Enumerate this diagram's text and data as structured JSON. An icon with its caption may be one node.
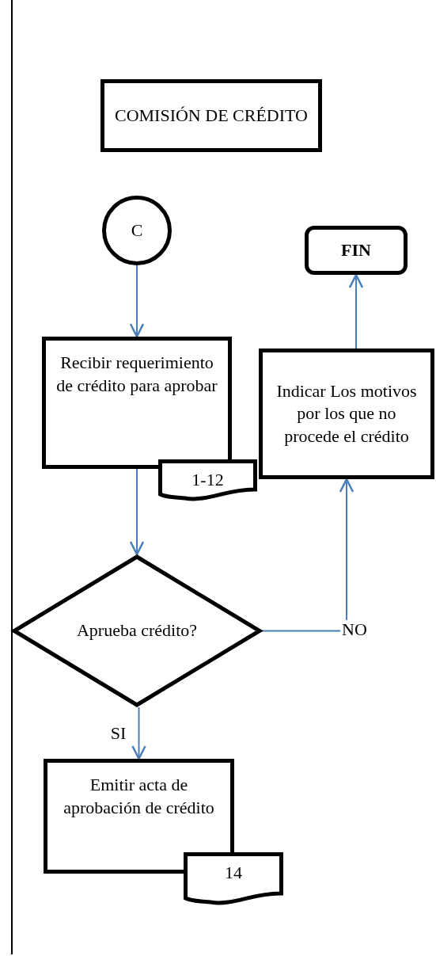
{
  "diagram": {
    "nodes": [
      {
        "text": [
          "COMISIÓN DE CRÉDITO"
        ]
      },
      {
        "text": [
          "C"
        ]
      },
      {
        "text": [
          "FIN"
        ]
      },
      {
        "text": [
          "Recibir requerimiento de crédito para aprobar"
        ]
      },
      {
        "text": [
          "1-12"
        ]
      },
      {
        "text": [
          "Indicar Los motivos por los que no procede el crédito"
        ]
      },
      {
        "text": [
          "Aprueba crédito?"
        ]
      },
      {
        "text": [
          "Emitir acta de aprobación de crédito"
        ]
      },
      {
        "text": [
          "14"
        ]
      }
    ],
    "edges": [
      {
        "from": 1,
        "to": 3,
        "arrow": "to"
      },
      {
        "from": 5,
        "to": 2,
        "arrow": "to"
      },
      {
        "from": 3,
        "to": 6,
        "arrow": "to"
      },
      {
        "from": 6,
        "to": 5,
        "arrow": "to",
        "label": "NO"
      },
      {
        "from": 6,
        "to": 7,
        "arrow": "to",
        "label": "SI"
      }
    ]
  }
}
